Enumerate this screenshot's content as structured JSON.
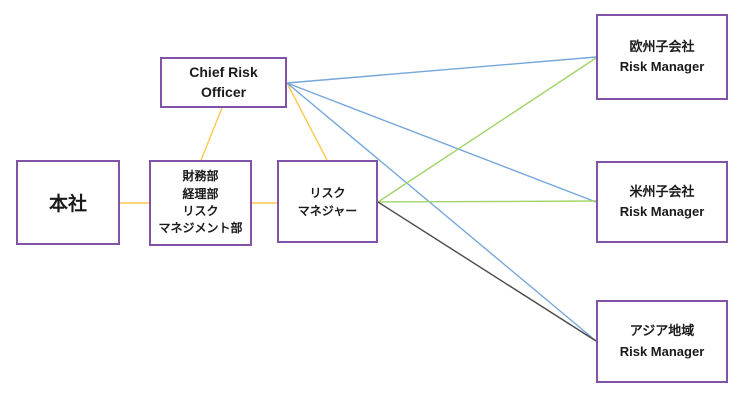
{
  "colors": {
    "background": "#FFFFFF",
    "node_border_purple": "#8153A8",
    "text": "#1A1A1A",
    "edge_orange": "#FFC94F",
    "edge_blue": "#74A7DB",
    "edge_green": "#A2D469",
    "edge_dark": "#4A4A4A"
  },
  "diagram": {
    "nodes": {
      "headquarters": {
        "label": "本社"
      },
      "finance_dept": {
        "label": "財務部\n経理部\nリスク\nマネジメント部"
      },
      "chief_risk_officer": {
        "label": "Chief Risk\nOfficer"
      },
      "risk_manager": {
        "label": "リスク\nマネジャー"
      },
      "europe_subsidiary": {
        "label": "欧州子会社\nRisk Manager"
      },
      "americas_subsidiary": {
        "label": "米州子会社\nRisk Manager"
      },
      "asia_region": {
        "label": "アジア地域\nRisk Manager"
      }
    },
    "edges": [
      {
        "from": "headquarters",
        "to": "finance_dept",
        "color": "orange"
      },
      {
        "from": "finance_dept",
        "to": "risk_manager",
        "color": "orange"
      },
      {
        "from": "chief_risk_officer",
        "to": "finance_dept",
        "color": "orange"
      },
      {
        "from": "chief_risk_officer",
        "to": "risk_manager",
        "color": "orange"
      },
      {
        "from": "chief_risk_officer",
        "to": "europe_subsidiary",
        "color": "blue"
      },
      {
        "from": "chief_risk_officer",
        "to": "americas_subsidiary",
        "color": "blue"
      },
      {
        "from": "chief_risk_officer",
        "to": "asia_region",
        "color": "blue"
      },
      {
        "from": "risk_manager",
        "to": "europe_subsidiary",
        "color": "green"
      },
      {
        "from": "risk_manager",
        "to": "americas_subsidiary",
        "color": "green"
      },
      {
        "from": "risk_manager",
        "to": "asia_region",
        "color": "dark"
      }
    ]
  }
}
